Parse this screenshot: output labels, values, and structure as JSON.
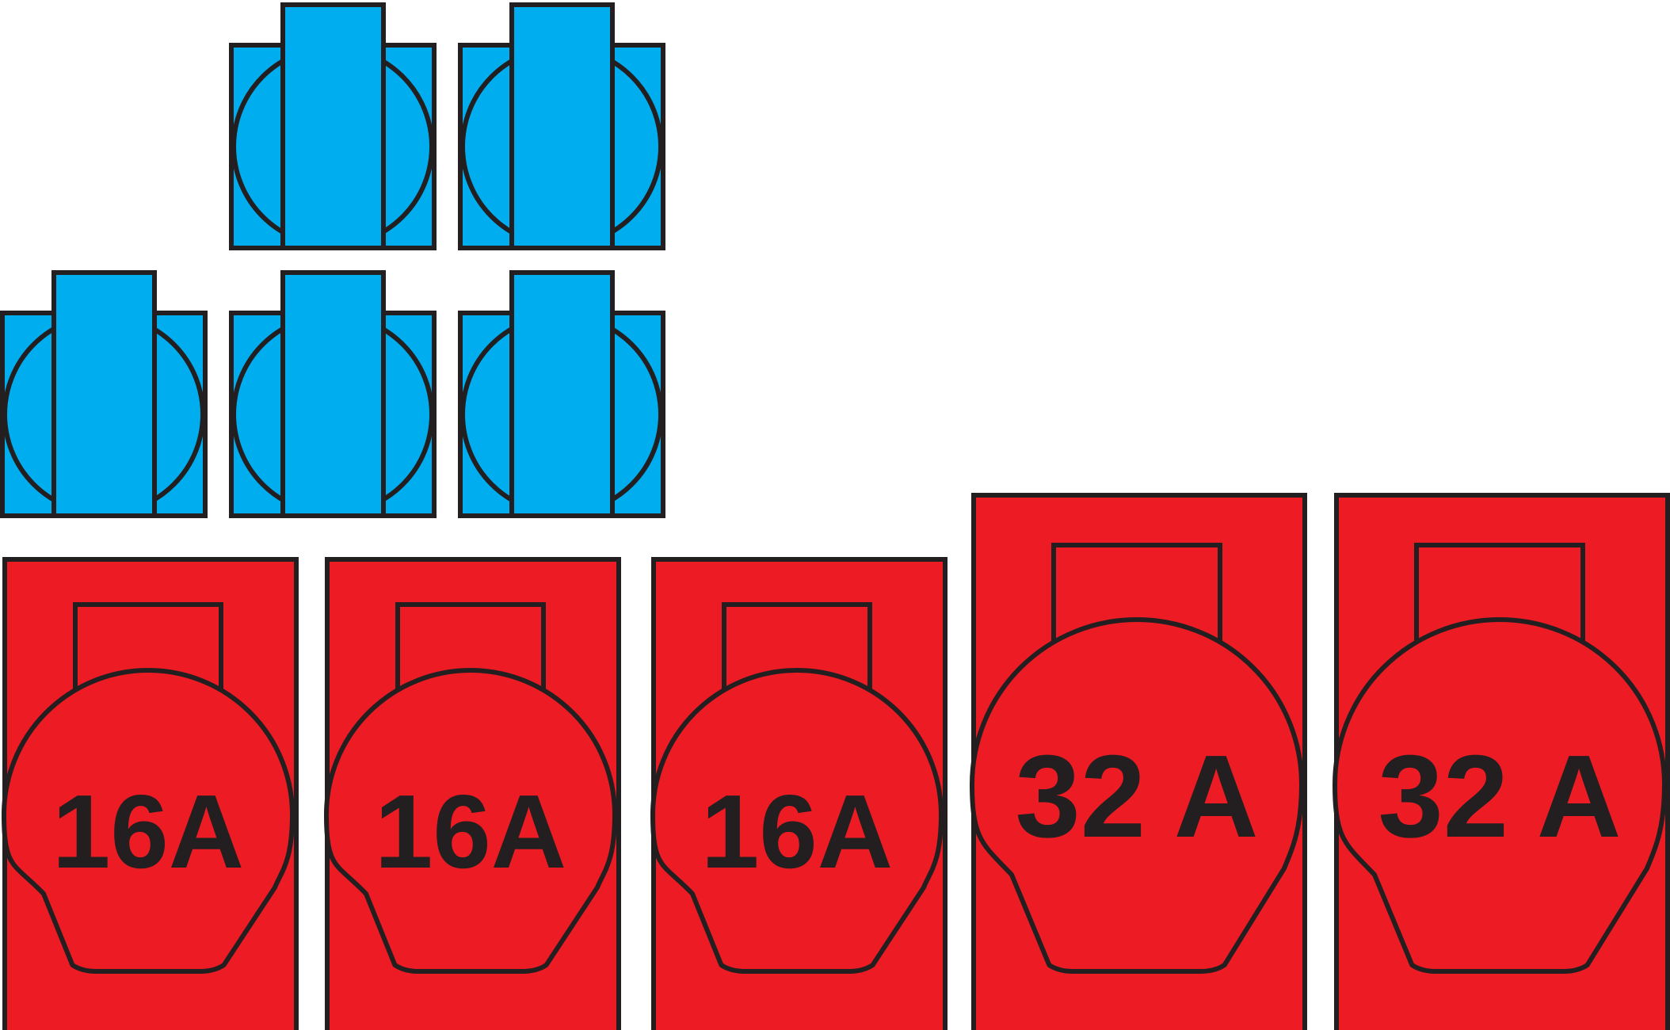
{
  "colors": {
    "blue_socket": "#00AEEF",
    "red_socket": "#ED1C24",
    "outline": "#231F20",
    "background": "#FFFFFF"
  },
  "blue_sockets": [
    {
      "row": 1,
      "col": 1
    },
    {
      "row": 1,
      "col": 2
    },
    {
      "row": 2,
      "col": 0
    },
    {
      "row": 2,
      "col": 1
    },
    {
      "row": 2,
      "col": 2
    }
  ],
  "red_sockets": [
    {
      "rating": "16A",
      "icon": "cee-socket-icon"
    },
    {
      "rating": "16A",
      "icon": "cee-socket-icon"
    },
    {
      "rating": "16A",
      "icon": "cee-socket-icon"
    },
    {
      "rating": "32 A",
      "icon": "cee-socket-icon"
    },
    {
      "rating": "32 A",
      "icon": "cee-socket-icon"
    }
  ]
}
